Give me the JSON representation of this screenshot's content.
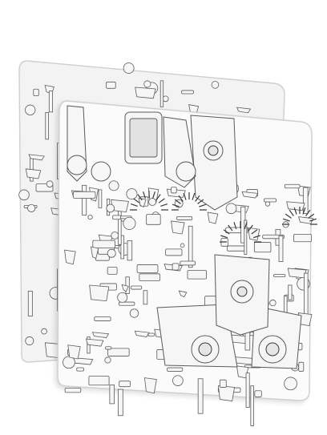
{
  "image": {
    "subject": "two-white-metal-model-kit-sheets",
    "colors": {
      "background": "#ffffff",
      "sheet_front": "#fbfbfb",
      "sheet_back": "#f3f3f3",
      "sheet_edge": "#cfcfcf",
      "part_stroke": "#5a5a5a",
      "part_fill": "#f6f6f6",
      "detail_dark": "#3a3a3a",
      "shadow": "#e6e6e6"
    },
    "icons": [
      "metal-sheet-back",
      "metal-sheet-front",
      "vehicle-hull-part",
      "gear-part",
      "cab-window-part"
    ]
  }
}
